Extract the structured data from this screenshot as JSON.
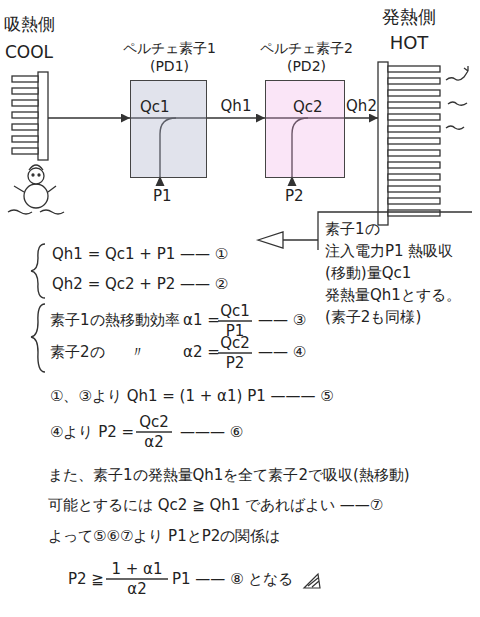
{
  "diagram": {
    "nodes": [
      {
        "text": [
          "吸熱側 COOL"
        ]
      },
      {
        "text": [
          "ペルチェ素子1 (PD1)",
          "Qc1"
        ]
      },
      {
        "text": [
          "ペルチェ素子2 (PD2)",
          "Qc2"
        ]
      },
      {
        "text": [
          "発熱側 HOT"
        ]
      },
      {
        "text": [
          "素子1の 注入電力P1 熱吸収(移動)量Qc1 発熱量Qh1とする。 (素子2も同様)"
        ]
      }
    ],
    "edges": [
      {
        "from": 0,
        "to": 1,
        "arrow": "to"
      },
      {
        "from": 1,
        "to": 2,
        "label": "Qh1",
        "arrow": "to"
      },
      {
        "from": 2,
        "to": 3,
        "label": "Qh2",
        "arrow": "to"
      }
    ],
    "labels": [
      "P1",
      "P2",
      "Qh1 = Qc1 + P1 —— ①",
      "Qh2 = Qc2 + P2 —— ②",
      "素子1の熱移動効率",
      "α1 =",
      "Qc1",
      "P1",
      "—— ③",
      "素子2の",
      "〃",
      "α2 =",
      "Qc2",
      "P2",
      "—— ④",
      "①、③より Qh1 = (1 + α1) P1 ——— ⑤",
      "④より P2 =",
      "Qc2",
      "α2",
      "——— ⑥",
      "また、素子1の発熱量Qh1を全て素子2で吸収(熱移動)可能とするには Qc2 ≧ Qh1 であればよい ——⑦",
      "よって⑤⑥⑦より P1とP2の関係は",
      "P2 ≧",
      "1 + α1",
      "α2",
      "P1 —— ⑧ となる"
    ]
  }
}
